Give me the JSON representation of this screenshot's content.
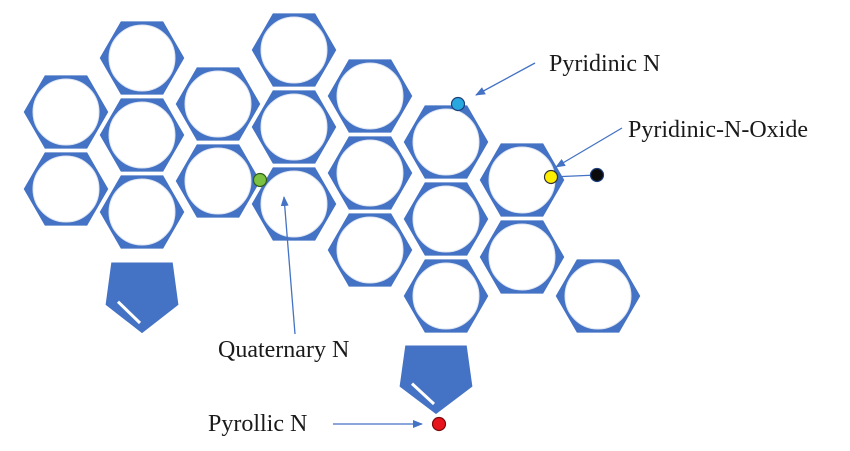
{
  "labels": {
    "pyridinic": "Pyridinic N",
    "oxide": "Pyridinic-N-Oxide",
    "quaternary": "Quaternary N",
    "pyrollic": "Pyrollic N"
  },
  "colors": {
    "ring": "#4472c4",
    "pyridinic_atom": "#29a8e0",
    "oxide_atom": "#ffee00",
    "oxygen_atom": "#0a0a0a",
    "quaternary_atom": "#7cc242",
    "pyrollic_atom": "#e8141b",
    "arrow": "#4472c4"
  }
}
